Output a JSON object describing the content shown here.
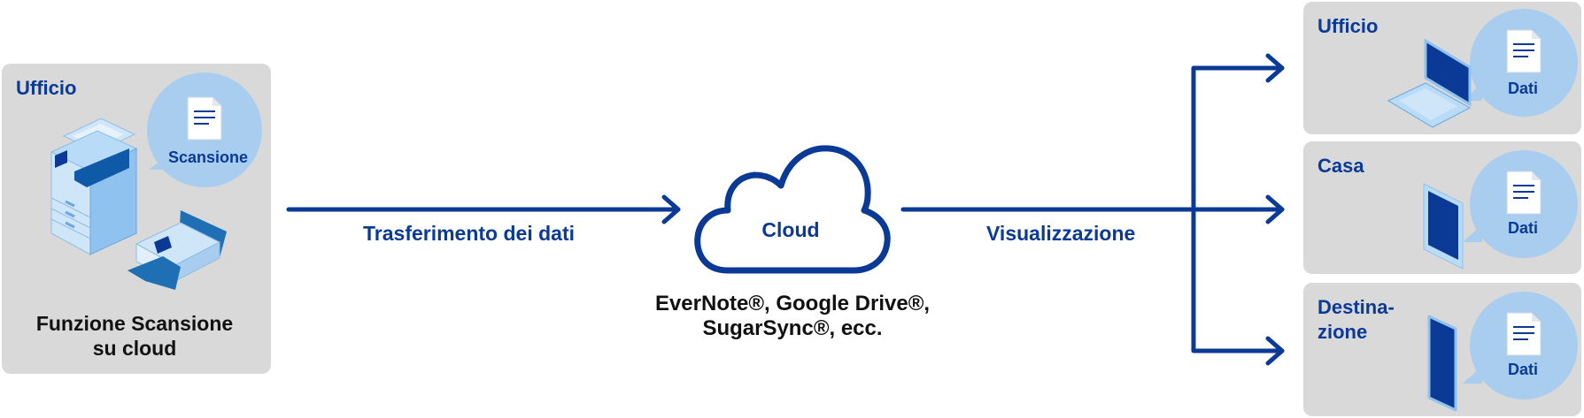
{
  "colors": {
    "arrow": "#0a3a96",
    "panel_bg": "#d9d9d9",
    "bubble": "#a9cdef",
    "device_light": "#b8dbf7",
    "device_dark": "#0a3a96"
  },
  "source": {
    "location_label": "Ufficio",
    "bubble_label": "Scansione",
    "devices": [
      "multifunction-printer-icon",
      "document-scanner-icon"
    ],
    "caption_line1": "Funzione Scansione",
    "caption_line2": "su cloud"
  },
  "transfer": {
    "label": "Trasferimento dei dati"
  },
  "cloud": {
    "label": "Cloud",
    "services_line1": "EverNote®, Google Drive®,",
    "services_line2": "SugarSync®, ecc."
  },
  "view": {
    "label": "Visualizzazione"
  },
  "destinations": [
    {
      "location_label": "Ufficio",
      "bubble_label": "Dati",
      "device": "laptop-icon"
    },
    {
      "location_label": "Casa",
      "bubble_label": "Dati",
      "device": "tablet-icon"
    },
    {
      "location_label_line1": "Destina-",
      "location_label_line2": "zione",
      "bubble_label": "Dati",
      "device": "smartphone-icon"
    }
  ]
}
